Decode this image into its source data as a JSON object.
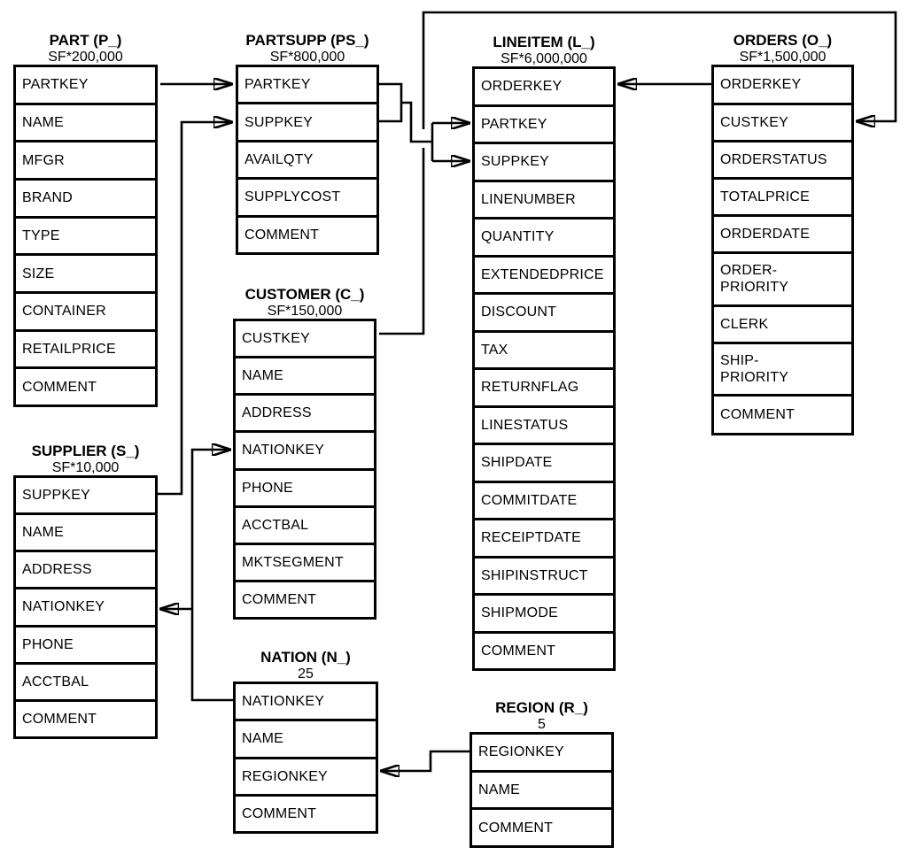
{
  "tables": [
    {
      "id": "part",
      "title": "PART (P_)",
      "scale": "SF*200,000",
      "columns": [
        "PARTKEY",
        "NAME",
        "MFGR",
        "BRAND",
        "TYPE",
        "SIZE",
        "CONTAINER",
        "RETAILPRICE",
        "COMMENT"
      ]
    },
    {
      "id": "partsupp",
      "title": "PARTSUPP (PS_)",
      "scale": "SF*800,000",
      "columns": [
        "PARTKEY",
        "SUPPKEY",
        "AVAILQTY",
        "SUPPLYCOST",
        "COMMENT"
      ]
    },
    {
      "id": "lineitem",
      "title": "LINEITEM (L_)",
      "scale": "SF*6,000,000",
      "columns": [
        "ORDERKEY",
        "PARTKEY",
        "SUPPKEY",
        "LINENUMBER",
        "QUANTITY",
        "EXTENDEDPRICE",
        "DISCOUNT",
        "TAX",
        "RETURNFLAG",
        "LINESTATUS",
        "SHIPDATE",
        "COMMITDATE",
        "RECEIPTDATE",
        "SHIPINSTRUCT",
        "SHIPMODE",
        "COMMENT"
      ]
    },
    {
      "id": "orders",
      "title": "ORDERS (O_)",
      "scale": "SF*1,500,000",
      "columns": [
        "ORDERKEY",
        "CUSTKEY",
        "ORDERSTATUS",
        "TOTALPRICE",
        "ORDERDATE",
        "ORDER-\nPRIORITY",
        "CLERK",
        "SHIP-\nPRIORITY",
        "COMMENT"
      ]
    },
    {
      "id": "customer",
      "title": "CUSTOMER (C_)",
      "scale": "SF*150,000",
      "columns": [
        "CUSTKEY",
        "NAME",
        "ADDRESS",
        "NATIONKEY",
        "PHONE",
        "ACCTBAL",
        "MKTSEGMENT",
        "COMMENT"
      ]
    },
    {
      "id": "supplier",
      "title": "SUPPLIER (S_)",
      "scale": "SF*10,000",
      "columns": [
        "SUPPKEY",
        "NAME",
        "ADDRESS",
        "NATIONKEY",
        "PHONE",
        "ACCTBAL",
        "COMMENT"
      ]
    },
    {
      "id": "nation",
      "title": "NATION (N_)",
      "scale": "25",
      "columns": [
        "NATIONKEY",
        "NAME",
        "REGIONKEY",
        "COMMENT"
      ]
    },
    {
      "id": "region",
      "title": "REGION (R_)",
      "scale": "5",
      "columns": [
        "REGIONKEY",
        "NAME",
        "COMMENT"
      ]
    }
  ],
  "relationships": [
    {
      "from": "PART.PARTKEY",
      "to": "PARTSUPP.PARTKEY"
    },
    {
      "from": "SUPPLIER.SUPPKEY",
      "to": "PARTSUPP.SUPPKEY"
    },
    {
      "from": "PARTSUPP.PARTKEY",
      "to": "LINEITEM.PARTKEY"
    },
    {
      "from": "PARTSUPP.SUPPKEY",
      "to": "LINEITEM.SUPPKEY"
    },
    {
      "from": "ORDERS.ORDERKEY",
      "to": "LINEITEM.ORDERKEY"
    },
    {
      "from": "CUSTOMER.CUSTKEY",
      "to": "ORDERS.CUSTKEY"
    },
    {
      "from": "NATION.NATIONKEY",
      "to": "CUSTOMER.NATIONKEY"
    },
    {
      "from": "NATION.NATIONKEY",
      "to": "SUPPLIER.NATIONKEY"
    },
    {
      "from": "REGION.REGIONKEY",
      "to": "NATION.REGIONKEY"
    }
  ],
  "colors": {
    "line": "#000000",
    "background": "#ffffff",
    "text": "#000000"
  }
}
